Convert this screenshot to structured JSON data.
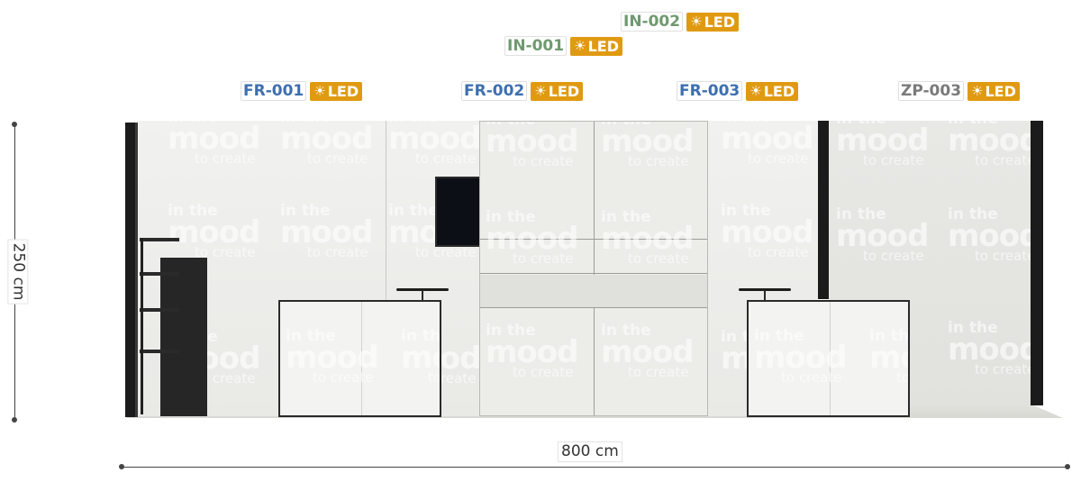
{
  "labels": {
    "in_002": {
      "code": "IN-002",
      "led": "LED",
      "code_color": "#6f9a6f"
    },
    "in_001": {
      "code": "IN-001",
      "led": "LED",
      "code_color": "#6f9a6f"
    },
    "fr_001": {
      "code": "FR-001",
      "led": "LED",
      "code_color": "#3e6fb0"
    },
    "fr_002": {
      "code": "FR-002",
      "led": "LED",
      "code_color": "#3e6fb0"
    },
    "fr_003": {
      "code": "FR-003",
      "led": "LED",
      "code_color": "#3e6fb0"
    },
    "zp_003": {
      "code": "ZP-003",
      "led": "LED",
      "code_color": "#7a7a7a"
    }
  },
  "led_color": "#e09a12",
  "led_icon": "sun-icon",
  "watermark": {
    "line1": "in the",
    "line2": "mood",
    "line3": "to create"
  },
  "dimensions": {
    "height": "250 cm",
    "width": "800 cm"
  }
}
